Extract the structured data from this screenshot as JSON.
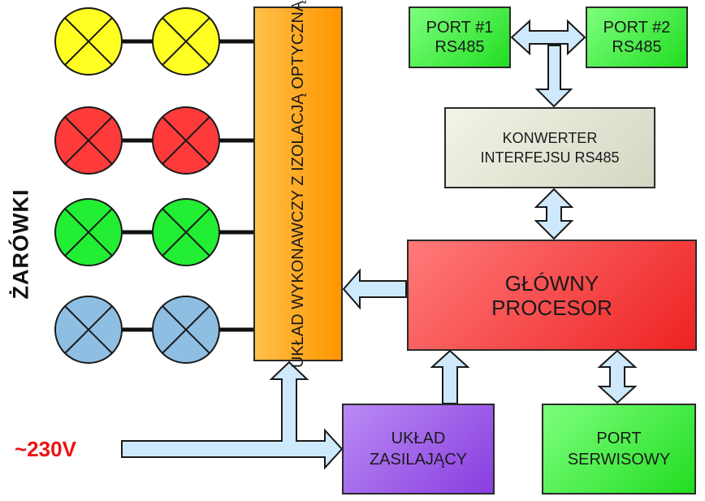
{
  "blocks": {
    "port1": "PORT  #1\nRS485",
    "port2": "PORT  #2\nRS485",
    "converter": "KONWERTER\nINTERFEJSU RS485",
    "processor": "GŁÓWNY\nPROCESOR",
    "power_supply": "UKŁAD\nZASILAJĄCY",
    "service_port": "PORT\nSERWISOWY",
    "executive": "UKŁAD WYKONAWCZY\nZ IZOLACJĄ OPTYCZNĄ"
  },
  "labels": {
    "bulbs": "ŻARÓWKI",
    "mains": "~230V"
  },
  "colors": {
    "bulb_rows": [
      "#ffff22",
      "#ff3a3a",
      "#22ee33",
      "#8ebfe3"
    ],
    "arrow_fill": "#cde9fb",
    "arrow_stroke": "#1a1a1a",
    "mains_label": "#ee1111"
  }
}
